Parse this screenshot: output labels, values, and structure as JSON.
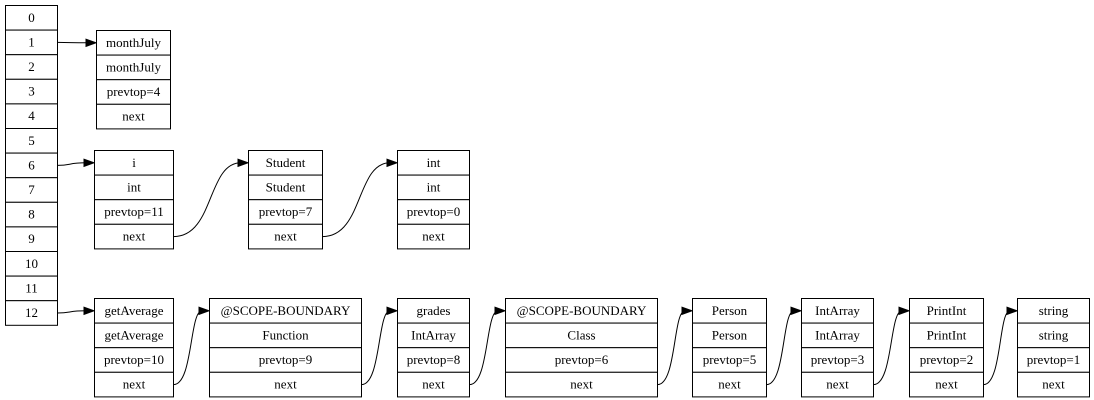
{
  "hash_table": {
    "slots": [
      "0",
      "1",
      "2",
      "3",
      "4",
      "5",
      "6",
      "7",
      "8",
      "9",
      "10",
      "11",
      "12"
    ]
  },
  "chains": [
    {
      "slot": "1",
      "nodes": [
        {
          "cells": [
            "monthJuly",
            "monthJuly",
            "prevtop=4",
            "next"
          ]
        }
      ]
    },
    {
      "slot": "6",
      "nodes": [
        {
          "cells": [
            "i",
            "int",
            "prevtop=11",
            "next"
          ]
        },
        {
          "cells": [
            "Student",
            "Student",
            "prevtop=7",
            "next"
          ]
        },
        {
          "cells": [
            "int",
            "int",
            "prevtop=0",
            "next"
          ]
        }
      ]
    },
    {
      "slot": "12",
      "nodes": [
        {
          "cells": [
            "getAverage",
            "getAverage",
            "prevtop=10",
            "next"
          ]
        },
        {
          "cells": [
            "@SCOPE-BOUNDARY",
            "Function",
            "prevtop=9",
            "next"
          ]
        },
        {
          "cells": [
            "grades",
            "IntArray",
            "prevtop=8",
            "next"
          ]
        },
        {
          "cells": [
            "@SCOPE-BOUNDARY",
            "Class",
            "prevtop=6",
            "next"
          ]
        },
        {
          "cells": [
            "Person",
            "Person",
            "prevtop=5",
            "next"
          ]
        },
        {
          "cells": [
            "IntArray",
            "IntArray",
            "prevtop=3",
            "next"
          ]
        },
        {
          "cells": [
            "PrintInt",
            "PrintInt",
            "prevtop=2",
            "next"
          ]
        },
        {
          "cells": [
            "string",
            "string",
            "prevtop=1",
            "next"
          ]
        }
      ]
    }
  ]
}
